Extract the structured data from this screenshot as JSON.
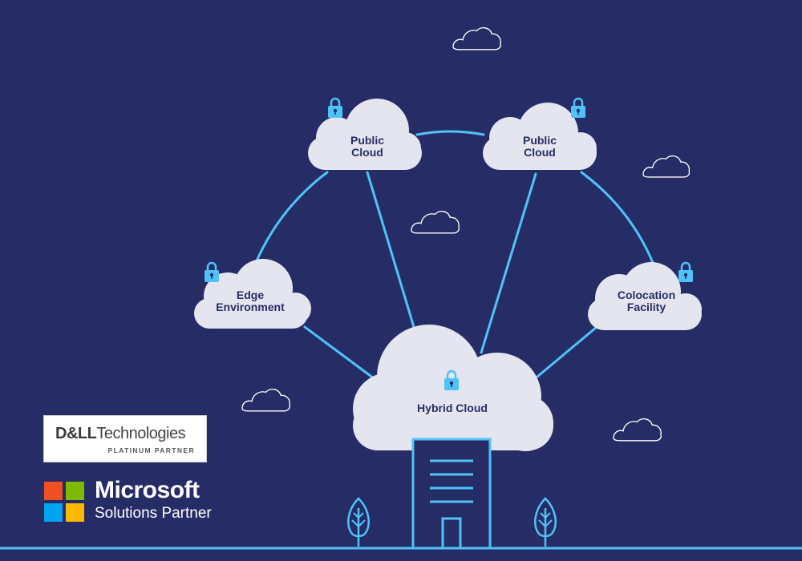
{
  "colors": {
    "background": "#262d66",
    "line": "#4fc3f7",
    "cloud": "#e4e5ef",
    "lock": "#4fc3f7",
    "label": "#262d66"
  },
  "nodes": [
    {
      "id": "public-cloud-1",
      "label": "Public\nCloud",
      "locked": true
    },
    {
      "id": "public-cloud-2",
      "label": "Public\nCloud",
      "locked": true
    },
    {
      "id": "edge-environment",
      "label": "Edge\nEnvironment",
      "locked": true
    },
    {
      "id": "colocation-facility",
      "label": "Colocation\nFacility",
      "locked": true
    },
    {
      "id": "hybrid-cloud",
      "label": "Hybrid Cloud",
      "locked": true
    }
  ],
  "edges": [
    [
      "public-cloud-1",
      "public-cloud-2"
    ],
    [
      "public-cloud-1",
      "edge-environment"
    ],
    [
      "public-cloud-2",
      "colocation-facility"
    ],
    [
      "public-cloud-1",
      "hybrid-cloud"
    ],
    [
      "public-cloud-2",
      "hybrid-cloud"
    ],
    [
      "edge-environment",
      "hybrid-cloud"
    ],
    [
      "colocation-facility",
      "hybrid-cloud"
    ]
  ],
  "icons": [
    "lock-icon",
    "cloud-outline-icon",
    "building-icon",
    "tree-icon"
  ],
  "partners": {
    "dell": {
      "brand_bold": "D&LL",
      "brand_rest": "Technologies",
      "tier": "PLATINUM PARTNER"
    },
    "microsoft": {
      "name": "Microsoft",
      "subtitle": "Solutions Partner",
      "logo_colors": [
        "#f25022",
        "#7fba00",
        "#00a4ef",
        "#ffb900"
      ]
    }
  }
}
